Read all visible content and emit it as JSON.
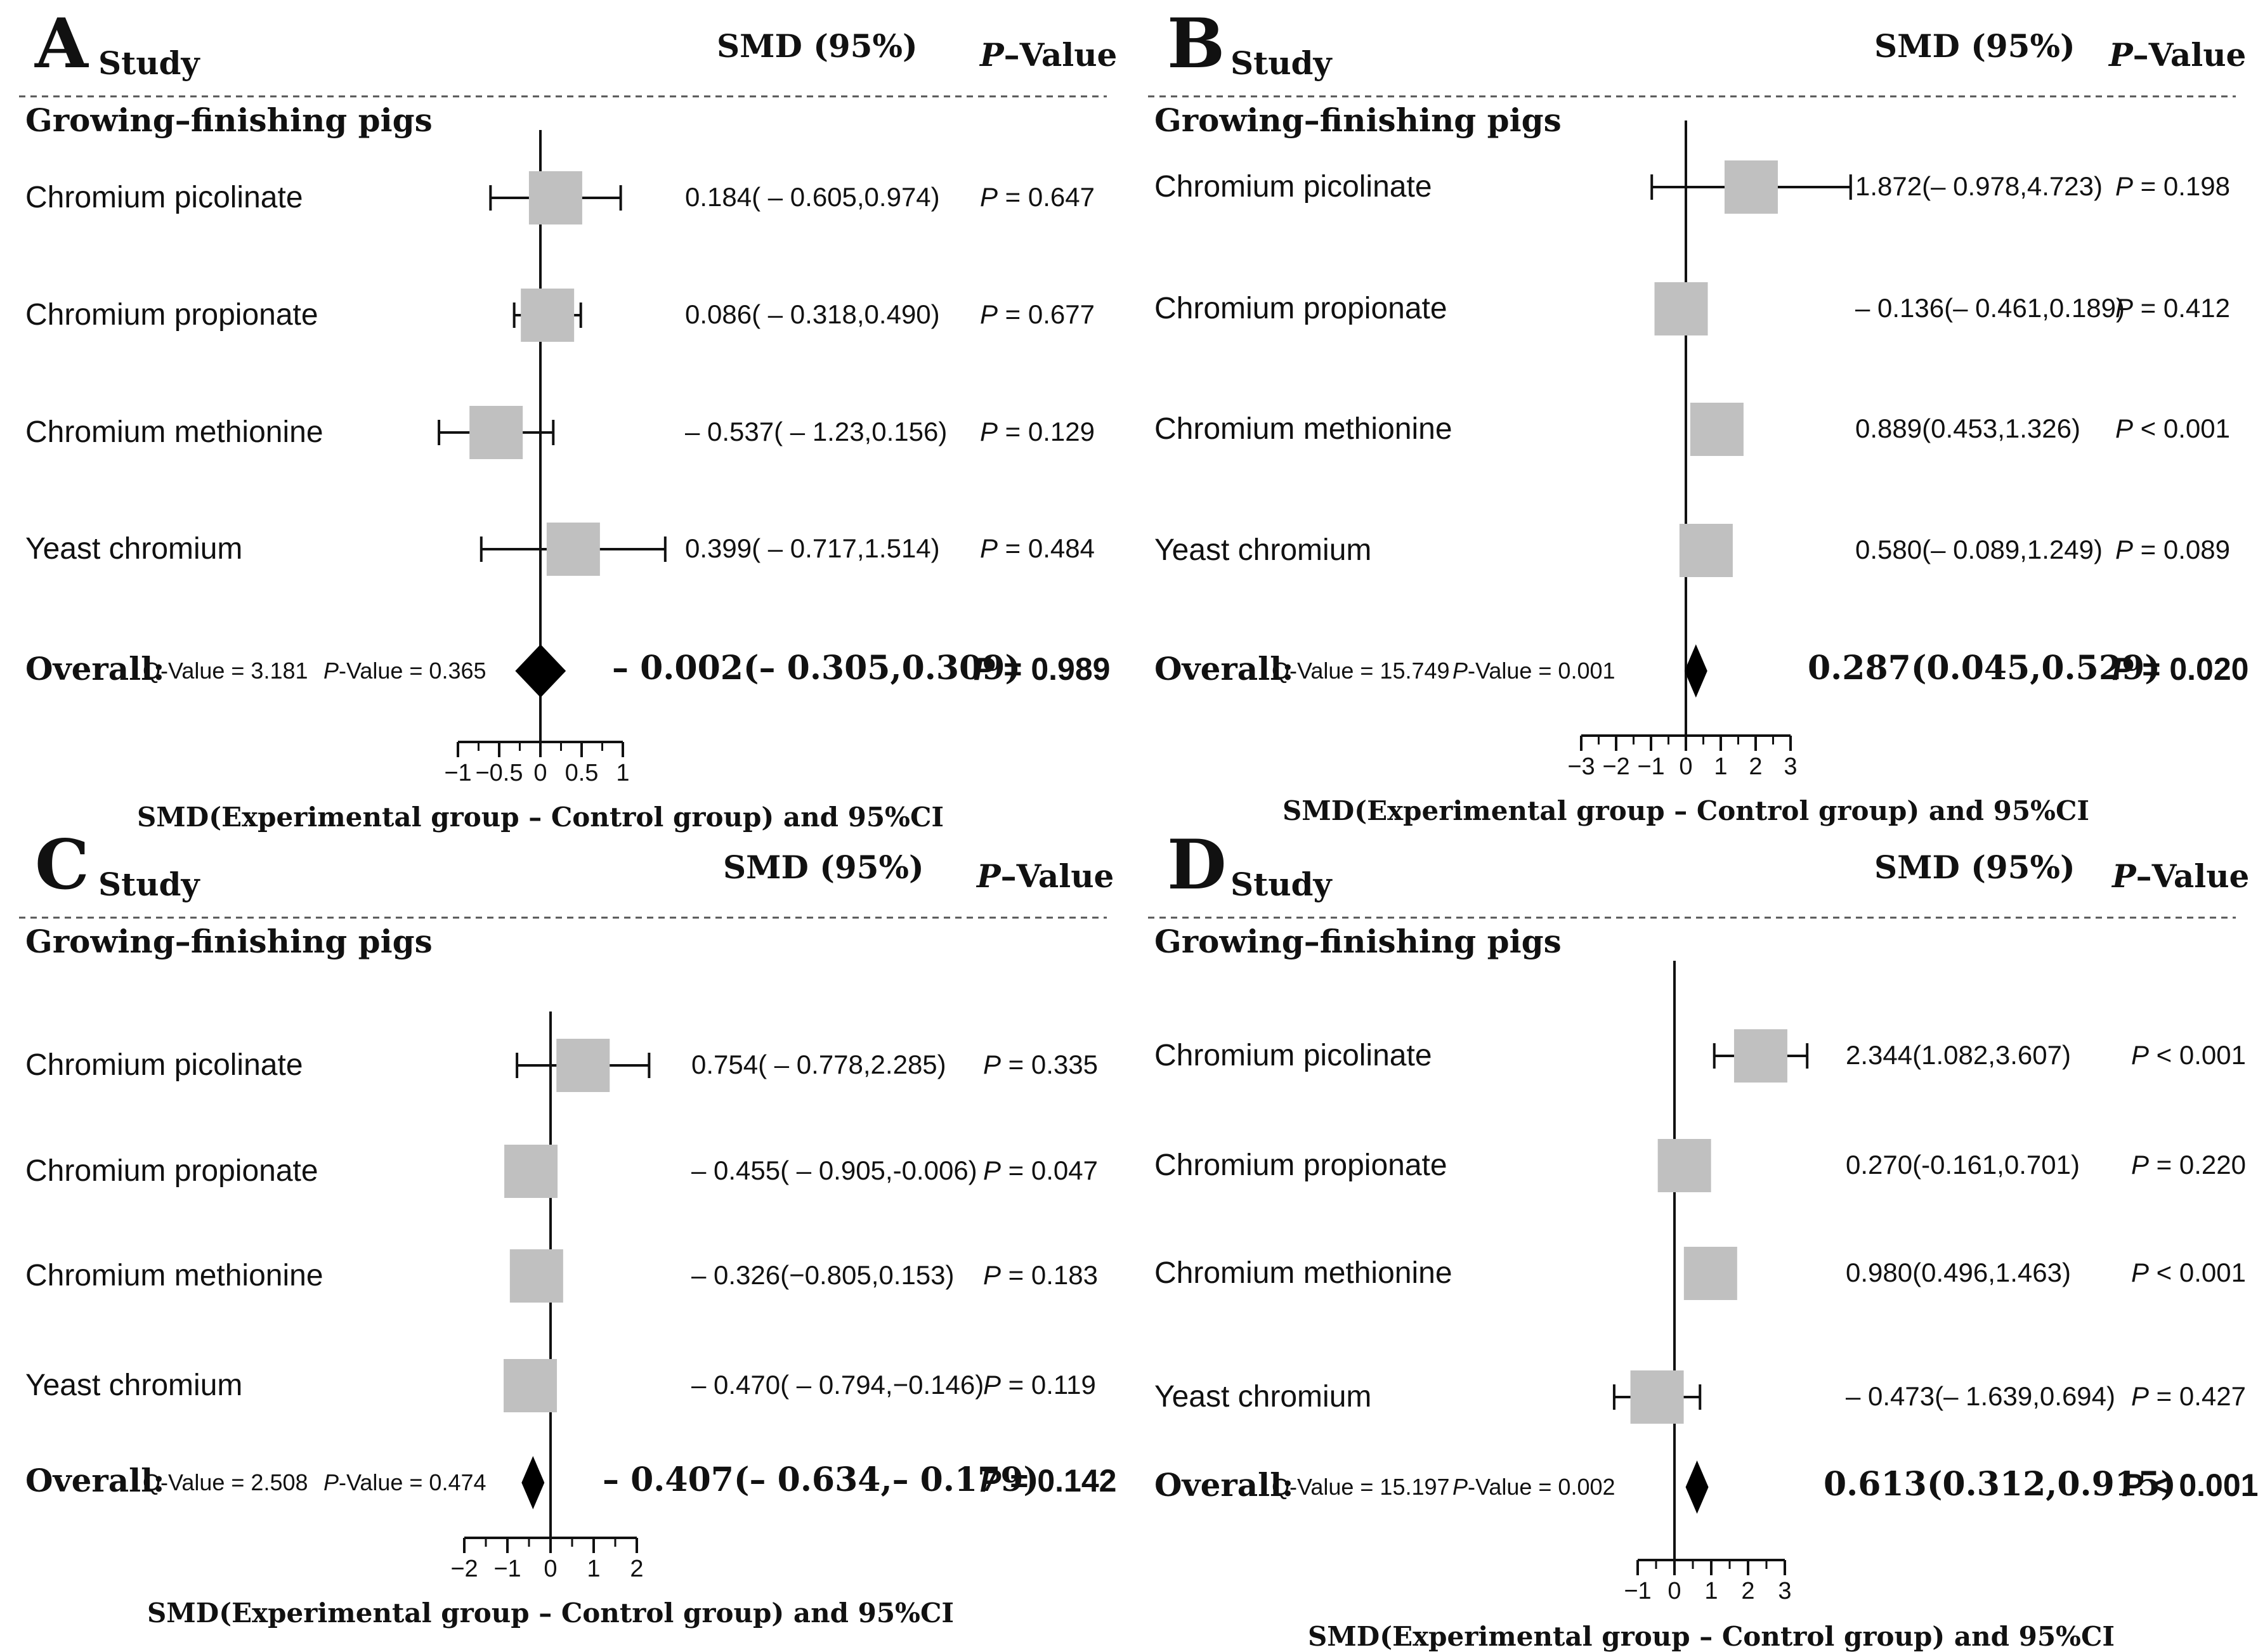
{
  "chart_data": [
    {
      "type": "forest",
      "panel_label": "A",
      "headers": {
        "study": "Study",
        "smd": "SMD (95%)",
        "p_prefix": "P",
        "p_suffix": "–Value"
      },
      "group_label": "Growing–finishing pigs",
      "rows": [
        {
          "study": "Chromium picolinate",
          "smd": 0.184,
          "ci": [
            -0.605,
            0.974
          ],
          "est_text": "0.184( – 0.605,0.974)",
          "p_text": "= 0.647"
        },
        {
          "study": "Chromium propionate",
          "smd": 0.086,
          "ci": [
            -0.318,
            0.49
          ],
          "est_text": "0.086( – 0.318,0.490)",
          "p_text": "= 0.677"
        },
        {
          "study": "Chromium methionine",
          "smd": -0.537,
          "ci": [
            -1.23,
            0.156
          ],
          "est_text": "– 0.537( – 1.23,0.156)",
          "p_text": "= 0.129"
        },
        {
          "study": "Yeast chromium",
          "smd": 0.399,
          "ci": [
            -0.717,
            1.514
          ],
          "est_text": "0.399( – 0.717,1.514)",
          "p_text": "= 0.484"
        }
      ],
      "overall": {
        "label": "Overall:",
        "q_text": "Q-Value = 3.181",
        "pv_text": "-Value = 0.365",
        "smd": 0.002,
        "ci": [
          -0.305,
          0.309
        ],
        "est_text": "– 0.002(– 0.305,0.309)",
        "p_text": "= 0.989"
      },
      "axis": {
        "ticks": [
          -1,
          -0.5,
          0,
          0.5,
          1
        ],
        "tick_labels": [
          "−1",
          "−0.5",
          "0",
          "0.5",
          "1"
        ],
        "xlim": [
          -1,
          1
        ]
      },
      "xlabel": "SMD(Experimental group – Control group) and 95%CI"
    },
    {
      "type": "forest",
      "panel_label": "B",
      "headers": {
        "study": "Study",
        "smd": "SMD (95%)",
        "p_prefix": "P",
        "p_suffix": "–Value"
      },
      "group_label": "Growing–finishing pigs",
      "rows": [
        {
          "study": "Chromium picolinate",
          "smd": 1.872,
          "ci": [
            -0.978,
            4.723
          ],
          "est_text": "1.872(– 0.978,4.723)",
          "p_text": "= 0.198"
        },
        {
          "study": "Chromium propionate",
          "smd": -0.136,
          "ci": [
            -0.461,
            0.189
          ],
          "est_text": "– 0.136(– 0.461,0.189)",
          "p_text": "= 0.412"
        },
        {
          "study": "Chromium methionine",
          "smd": 0.889,
          "ci": [
            0.453,
            1.326
          ],
          "est_text": "0.889(0.453,1.326)",
          "p_text": "< 0.001"
        },
        {
          "study": "Yeast chromium",
          "smd": 0.58,
          "ci": [
            -0.089,
            1.249
          ],
          "est_text": "0.580(– 0.089,1.249)",
          "p_text": "= 0.089"
        }
      ],
      "overall": {
        "label": "Overall:",
        "q_text": "Q-Value = 15.749",
        "pv_text": "-Value = 0.001",
        "smd": 0.287,
        "ci": [
          0.045,
          0.529
        ],
        "est_text": "0.287(0.045,0.529)",
        "p_text": "= 0.020"
      },
      "axis": {
        "ticks": [
          -3,
          -2,
          -1,
          0,
          1,
          2,
          3
        ],
        "tick_labels": [
          "−3",
          "−2",
          "−1",
          "0",
          "1",
          "2",
          "3"
        ],
        "xlim": [
          -3,
          3
        ]
      },
      "xlabel": "SMD(Experimental group – Control group) and 95%CI"
    },
    {
      "type": "forest",
      "panel_label": "C",
      "headers": {
        "study": "Study",
        "smd": "SMD (95%)",
        "p_prefix": "P",
        "p_suffix": "–Value"
      },
      "group_label": "Growing–finishing pigs",
      "rows": [
        {
          "study": "Chromium picolinate",
          "smd": 0.754,
          "ci": [
            -0.778,
            2.285
          ],
          "est_text": "0.754( – 0.778,2.285)",
          "p_text": "= 0.335"
        },
        {
          "study": "Chromium propionate",
          "smd": -0.455,
          "ci": [
            -0.905,
            -0.006
          ],
          "est_text": "– 0.455( – 0.905,-0.006)",
          "p_text": "= 0.047"
        },
        {
          "study": "Chromium methionine",
          "smd": -0.326,
          "ci": [
            -0.805,
            0.153
          ],
          "est_text": "– 0.326(−0.805,0.153)",
          "p_text": "= 0.183"
        },
        {
          "study": "Yeast chromium",
          "smd": -0.47,
          "ci": [
            -0.794,
            -0.146
          ],
          "est_text": "– 0.470( – 0.794,−0.146)",
          "p_text": "= 0.119"
        }
      ],
      "overall": {
        "label": "Overall:",
        "q_text": "Q-Value = 2.508",
        "pv_text": "-Value = 0.474",
        "smd": -0.407,
        "ci": [
          -0.634,
          -0.179
        ],
        "est_text": "– 0.407(– 0.634,– 0.179)",
        "p_text": "= 0.142"
      },
      "axis": {
        "ticks": [
          -2,
          -1,
          0,
          1,
          2
        ],
        "tick_labels": [
          "−2",
          "−1",
          "0",
          "1",
          "2"
        ],
        "xlim": [
          -2,
          2
        ]
      },
      "xlabel": "SMD(Experimental group – Control group) and 95%CI"
    },
    {
      "type": "forest",
      "panel_label": "D",
      "headers": {
        "study": "Study",
        "smd": "SMD (95%)",
        "p_prefix": "P",
        "p_suffix": "–Value"
      },
      "group_label": "Growing–finishing pigs",
      "rows": [
        {
          "study": "Chromium picolinate",
          "smd": 2.344,
          "ci": [
            1.082,
            3.607
          ],
          "est_text": "2.344(1.082,3.607)",
          "p_text": "< 0.001"
        },
        {
          "study": "Chromium propionate",
          "smd": 0.27,
          "ci": [
            -0.161,
            0.701
          ],
          "est_text": "0.270(-0.161,0.701)",
          "p_text": "= 0.220"
        },
        {
          "study": "Chromium methionine",
          "smd": 0.98,
          "ci": [
            0.496,
            1.463
          ],
          "est_text": "0.980(0.496,1.463)",
          "p_text": "< 0.001"
        },
        {
          "study": "Yeast chromium",
          "smd": -0.473,
          "ci": [
            -1.639,
            0.694
          ],
          "est_text": "– 0.473(– 1.639,0.694)",
          "p_text": "= 0.427"
        }
      ],
      "overall": {
        "label": "Overall:",
        "q_text": "Q-Value = 15.197",
        "pv_text": "-Value = 0.002",
        "smd": 0.613,
        "ci": [
          0.312,
          0.915
        ],
        "est_text": "0.613(0.312,0.915)",
        "p_text": "< 0.001"
      },
      "axis": {
        "ticks": [
          -1,
          0,
          1,
          2,
          3
        ],
        "tick_labels": [
          "−1",
          "0",
          "1",
          "2",
          "3"
        ],
        "xlim": [
          -1,
          3
        ]
      },
      "xlabel": "SMD(Experimental group – Control group) and 95%CI"
    }
  ],
  "colors": {
    "box": "#c0c0c0",
    "diamond": "#000000",
    "line": "#111111",
    "divider": "#555555"
  }
}
